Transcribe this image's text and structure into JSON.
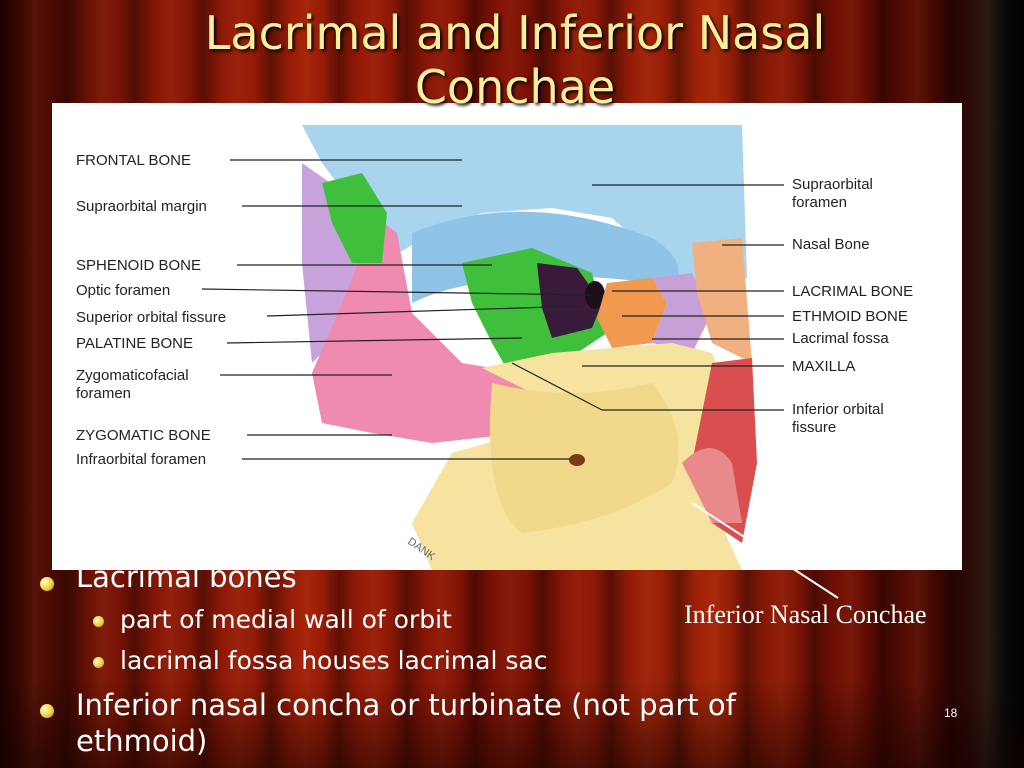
{
  "slide": {
    "title_line1": "Lacrimal and Inferior Nasal",
    "title_line2": "Conchae",
    "slide_number": "18"
  },
  "figure": {
    "left_labels": [
      {
        "line1": "FRONTAL BONE",
        "line2": ""
      },
      {
        "line1": "Supraorbital margin",
        "line2": ""
      },
      {
        "line1": "SPHENOID BONE",
        "line2": ""
      },
      {
        "line1": "Optic foramen",
        "line2": ""
      },
      {
        "line1": "Superior orbital fissure",
        "line2": ""
      },
      {
        "line1": "PALATINE BONE",
        "line2": ""
      },
      {
        "line1": "Zygomaticofacial",
        "line2": "foramen"
      },
      {
        "line1": "ZYGOMATIC BONE",
        "line2": ""
      },
      {
        "line1": "Infraorbital foramen",
        "line2": ""
      }
    ],
    "right_labels": [
      {
        "line1": "Supraorbital",
        "line2": "foramen"
      },
      {
        "line1": "Nasal Bone",
        "line2": ""
      },
      {
        "line1": "LACRIMAL BONE",
        "line2": ""
      },
      {
        "line1": "ETHMOID BONE",
        "line2": ""
      },
      {
        "line1": "Lacrimal fossa",
        "line2": ""
      },
      {
        "line1": "MAXILLA",
        "line2": ""
      },
      {
        "line1": "Inferior orbital",
        "line2": "fissure"
      }
    ],
    "signature": "DANK",
    "colors": {
      "frontal": "#a9d4ee",
      "sphenoid": "#3fbf3c",
      "zygomatic": "#ef8bb0",
      "maxilla": "#f7e3a0",
      "lacrimal": "#f19a4f",
      "ethmoid": "#c7a0d8",
      "palatine": "#c9a4dc"
    }
  },
  "bullets": {
    "item1": "Lacrimal bones",
    "item1_sub1": "part of medial wall of orbit",
    "item1_sub2": "lacrimal fossa houses lacrimal sac",
    "item2_line1": "Inferior nasal concha or turbinate (not part of",
    "item2_line2": "ethmoid)"
  },
  "caption": "Inferior Nasal Conchae"
}
